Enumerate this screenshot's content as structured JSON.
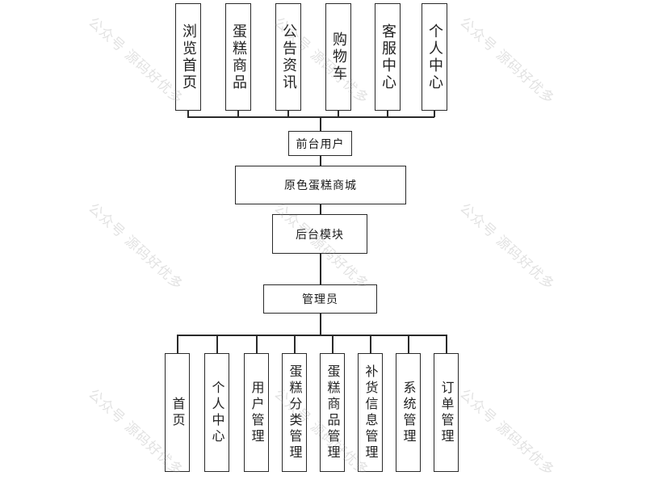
{
  "diagram": {
    "title": "原色蛋糕商城",
    "frontend_group": "前台用户",
    "backend_group": "后台模块",
    "admin_role": "管理员",
    "frontend_modules": [
      {
        "label": "浏览首页"
      },
      {
        "label": "蛋糕商品"
      },
      {
        "label": "公告资讯"
      },
      {
        "label": "购物车"
      },
      {
        "label": "客服中心"
      },
      {
        "label": "个人中心"
      }
    ],
    "admin_modules": [
      {
        "label": "首页"
      },
      {
        "label": "个人中心"
      },
      {
        "label": "用户管理"
      },
      {
        "label": "蛋糕分类管理"
      },
      {
        "label": "蛋糕商品管理"
      },
      {
        "label": "补货信息管理"
      },
      {
        "label": "系统管理"
      },
      {
        "label": "订单管理"
      }
    ]
  },
  "watermark": {
    "text": "公众号 源码好优多"
  },
  "colors": {
    "line": "#2a2a2a",
    "background": "#ffffff",
    "watermark": "#969696"
  }
}
